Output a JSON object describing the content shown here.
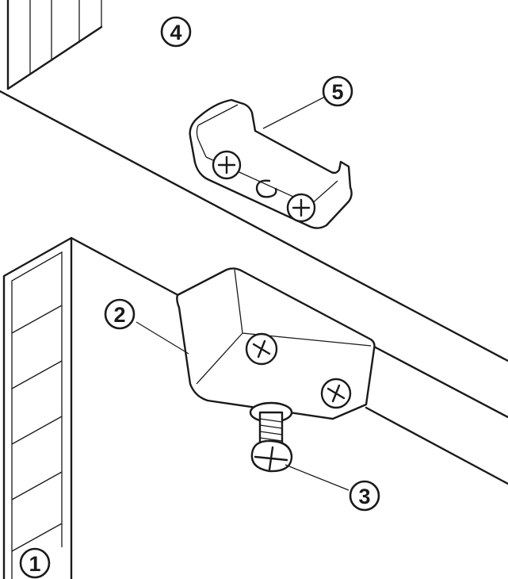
{
  "labels": {
    "one": "1",
    "two": "2",
    "three": "3",
    "four": "4",
    "five": "5"
  },
  "colors": {
    "line": "#1a1a1a",
    "background": "#ffffff"
  }
}
